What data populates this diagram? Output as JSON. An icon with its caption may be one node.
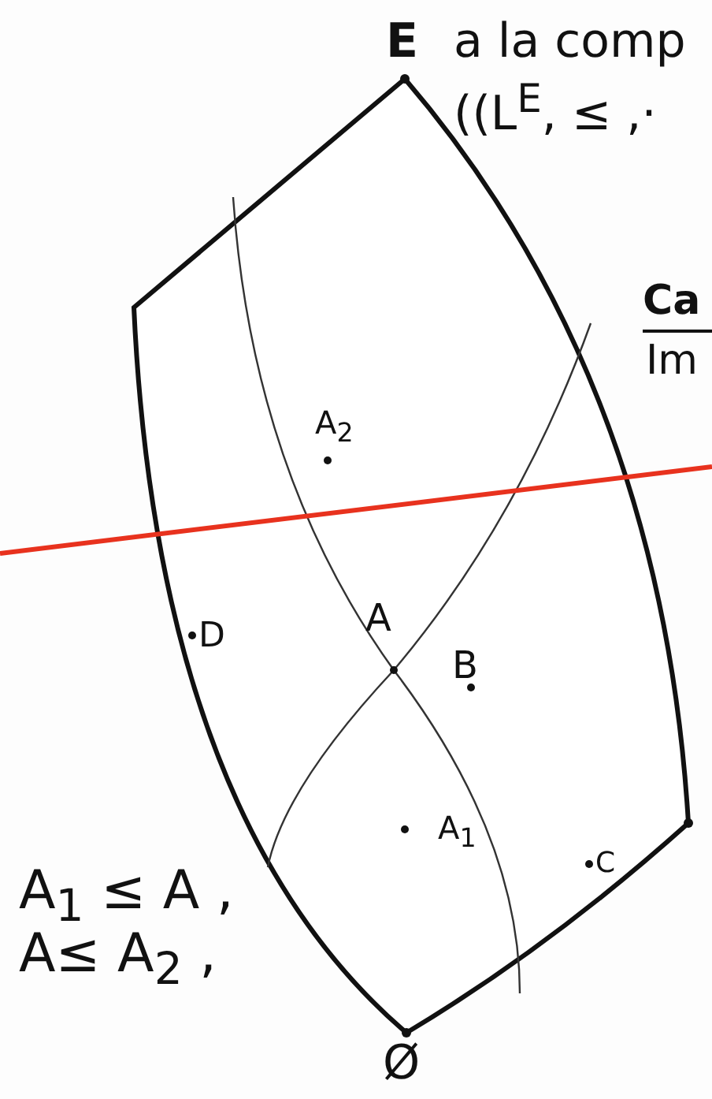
{
  "diagram": {
    "labels": [
      "E",
      "a la comp",
      "((L$^{E}$, ≤ ,·",
      "Ca",
      "Im",
      "A$_{2}$",
      "A",
      "B",
      "D",
      "A$_{1}$",
      "C",
      "A$_{1}$ ≤ A ,",
      "A≤ A$_{2}$ ,",
      "Ø"
    ]
  }
}
